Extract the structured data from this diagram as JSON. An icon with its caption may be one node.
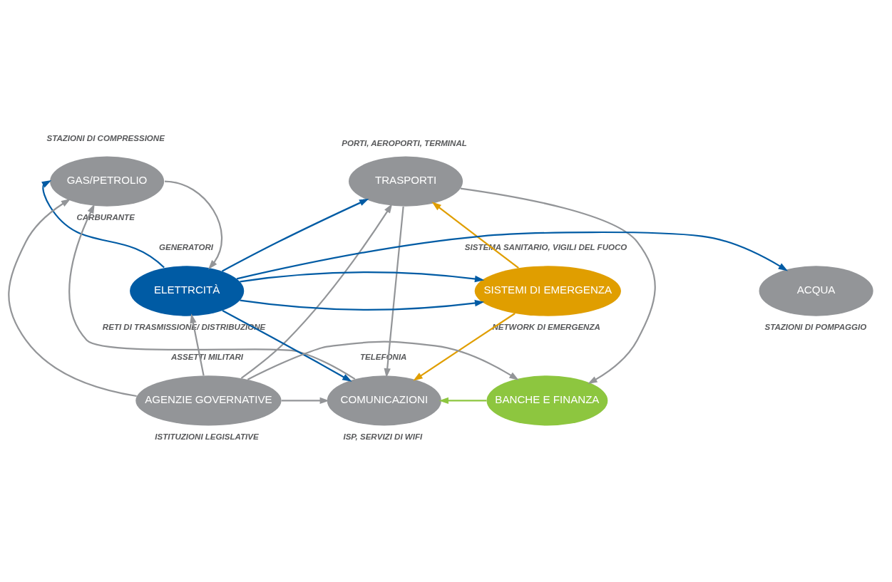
{
  "diagram": {
    "nodes": [
      {
        "text": [
          "GAS/PETROLIO"
        ],
        "beside": [
          "STAZIONI DI COMPRESSIONE",
          "CARBURANTE"
        ]
      },
      {
        "text": [
          "TRASPORTI"
        ],
        "beside": [
          "PORTI, AEROPORTI, TERMINAL"
        ]
      },
      {
        "text": [
          "ACQUA"
        ],
        "beside": [
          "STAZIONI DI POMPAGGIO"
        ]
      },
      {
        "text": [
          "ELETTRCITÀ"
        ],
        "beside": [
          "GENERATORI",
          "RETI DI TRASMISSIONE/ DISTRIBUZIONE"
        ]
      },
      {
        "text": [
          "SISTEMI DI EMERGENZA"
        ],
        "beside": [
          "SISTEMA SANITARIO, VIGILI DEL FUOCO",
          "NETWORK DI EMERGENZA"
        ]
      },
      {
        "text": [
          "COMUNICAZIONI"
        ],
        "beside": [
          "TELEFONIA",
          "ISP, SERVIZI DI WIFI"
        ]
      },
      {
        "text": [
          "BANCHE E FINANZA"
        ]
      },
      {
        "text": [
          "AGENZIE GOVERNATIVE"
        ],
        "beside": [
          "ASSETTI MILITARI",
          "ISTITUZIONI LEGISLATIVE"
        ]
      }
    ],
    "edges": [
      {
        "from": 5,
        "to": 0,
        "arrow": "to"
      },
      {
        "from": 0,
        "to": 3,
        "arrow": "to"
      },
      {
        "from": 3,
        "to": 0,
        "arrow": "to",
        "color": "#005ba4"
      },
      {
        "from": 3,
        "to": 2,
        "arrow": "to",
        "color": "#005ba4"
      },
      {
        "from": 3,
        "to": 1,
        "arrow": "to",
        "color": "#005ba4"
      },
      {
        "from": 3,
        "to": 4,
        "arrow": "to",
        "color": "#005ba4"
      },
      {
        "from": 3,
        "to": 5,
        "arrow": "to",
        "color": "#005ba4"
      },
      {
        "from": 1,
        "to": 5,
        "arrow": "to"
      },
      {
        "from": 1,
        "to": 6,
        "arrow": "to"
      },
      {
        "from": 4,
        "to": 1,
        "arrow": "to",
        "color": "#e09e00"
      },
      {
        "from": 4,
        "to": 5,
        "arrow": "to",
        "color": "#e09e00"
      },
      {
        "from": 7,
        "to": 0,
        "arrow": "to"
      },
      {
        "from": 7,
        "to": 3,
        "arrow": "to"
      },
      {
        "from": 7,
        "to": 6,
        "arrow": "to"
      },
      {
        "from": 6,
        "to": 5,
        "arrow": "to",
        "color": "#8dc63f"
      },
      {
        "from": 7,
        "to": 5,
        "arrow": "to"
      },
      {
        "from": 7,
        "to": 1,
        "arrow": "to"
      }
    ]
  }
}
